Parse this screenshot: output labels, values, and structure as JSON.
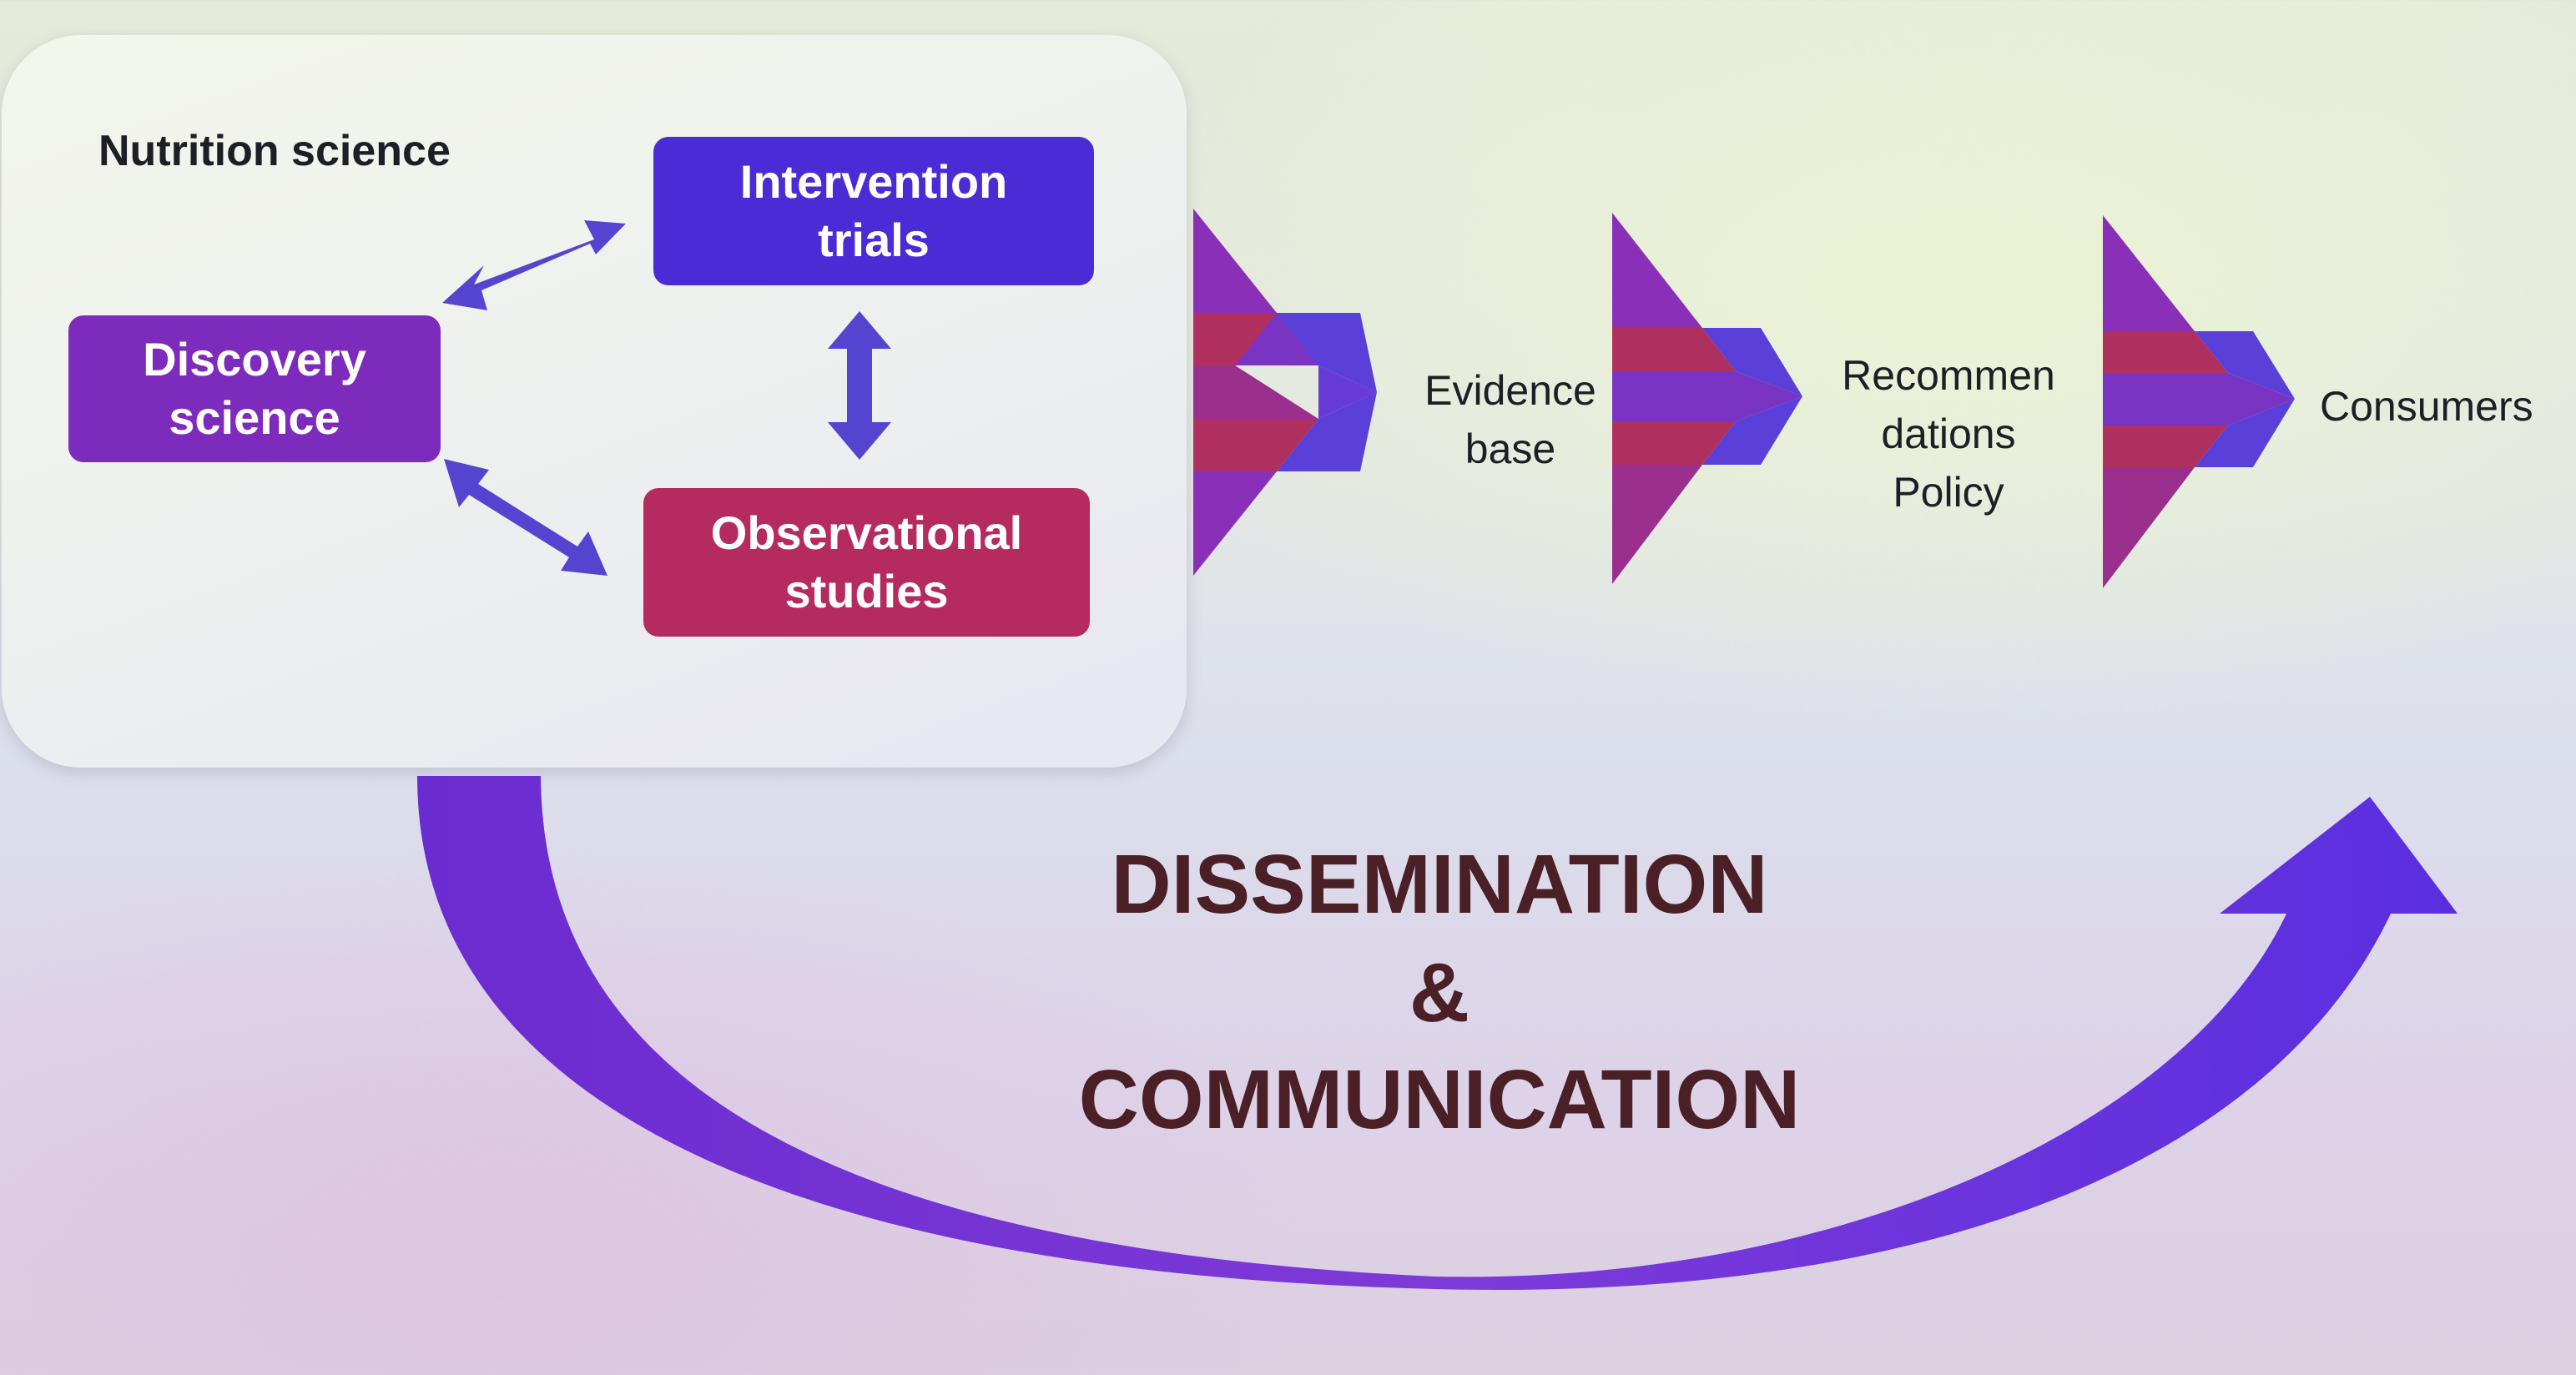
{
  "diagram": {
    "panel_title": "Nutrition science",
    "boxes": {
      "intervention": {
        "line1": "Intervention",
        "line2": "trials",
        "color": "#4b2bd6"
      },
      "discovery": {
        "line1": "Discovery",
        "line2": "science",
        "color": "#7d2bbd"
      },
      "observational": {
        "line1": "Observational",
        "line2": "studies",
        "color": "#b52a5f"
      }
    },
    "stages": [
      {
        "lines": [
          "Evidence",
          "base"
        ]
      },
      {
        "lines": [
          "Recommen",
          "dations",
          "Policy"
        ]
      },
      {
        "lines": [
          "Consumers"
        ]
      }
    ],
    "dissemination": {
      "line1": "DISSEMINATION",
      "line2": "&",
      "line3": "COMMUNICATION"
    }
  },
  "colors": {
    "purple": "#7d2bbd",
    "violet": "#4b2bd6",
    "crimson": "#b52a5f",
    "arrow_blue": "#5544cf",
    "heading_brown": "#4a1f26"
  }
}
